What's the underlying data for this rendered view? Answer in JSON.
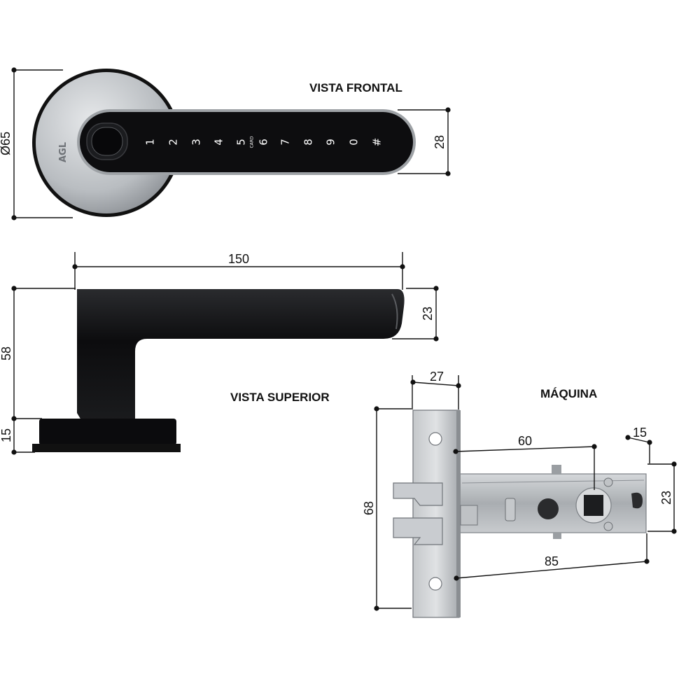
{
  "headings": {
    "front": "VISTA FRONTAL",
    "top": "VISTA SUPERIOR",
    "latch": "MÁQUINA"
  },
  "brand": "AGL",
  "keypad": {
    "keys": [
      "1",
      "2",
      "3",
      "4",
      "5",
      "6",
      "7",
      "8",
      "9",
      "0",
      "#"
    ],
    "card_label": "CARD"
  },
  "dimensions": {
    "rosette_diameter": "Ø65",
    "handle_height": "28",
    "handle_length": "150",
    "lever_thickness": "23",
    "total_depth": "58",
    "rosette_depth": "15",
    "faceplate_width": "27",
    "backset": "60",
    "bolt_projection": "15",
    "body_height": "23",
    "faceplate_height": "68",
    "body_length": "85"
  },
  "colors": {
    "handle_black": "#0d0d0f",
    "steel": "#b7bbbf",
    "silver_disc": "#c9cdd1"
  }
}
